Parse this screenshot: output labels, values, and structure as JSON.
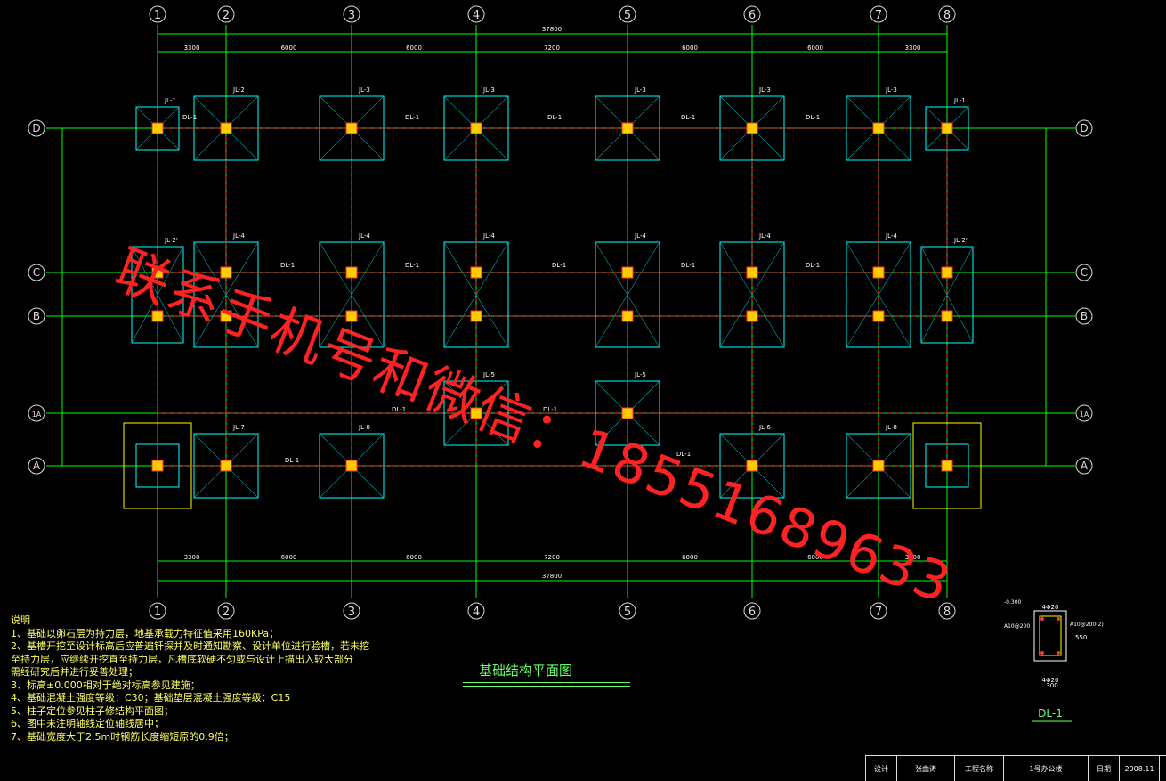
{
  "axes_numbers": [
    "1",
    "2",
    "3",
    "4",
    "5",
    "6",
    "7",
    "8"
  ],
  "axes_letters": [
    "D",
    "C",
    "B",
    "1A",
    "A"
  ],
  "dims_top": {
    "total": "37800",
    "spans": [
      "3300",
      "6000",
      "6000",
      "7200",
      "6000",
      "6000",
      "3300"
    ]
  },
  "dims_bottom": {
    "total": "37800",
    "spans": [
      "3300",
      "6000",
      "6000",
      "7200",
      "6000",
      "6000",
      "3300"
    ]
  },
  "footing_labels": {
    "jl1": "JL-1",
    "jl2": "JL-2",
    "jl3": "JL-3",
    "jl4": "JL-4",
    "jl5": "JL-5",
    "jl6": "JL-6",
    "jl7": "JL-7",
    "jl8": "JL-8",
    "jl2p": "JL-2'"
  },
  "beam_label": "DL-1",
  "section": {
    "label": "DL-1",
    "dim_w": "300",
    "dim_h": "550",
    "rebar_top": "4Φ20",
    "rebar_bot": "4Φ20",
    "stirrup": "A10@200",
    "stirrup2": "A10@200(2)",
    "elev": "-0.300"
  },
  "title": "基础结构平面图",
  "notes": {
    "heading": "说明",
    "items": [
      "1、基础以卵石层为持力层，地基承载力特征值采用160KPa；",
      "2、基槽开挖至设计标高后应普遍钎探并及时通知勘察、设计单位进行验槽，若未挖",
      "   至持力层，应继续开挖直至持力层，凡槽底软硬不匀或与设计上描出入较大部分",
      "   需经研究后并进行妥善处理；",
      "3、标高±0.000相对于绝对标高参见建施；",
      "4、基础混凝土强度等级：C30；基础垫层混凝土强度等级：C15",
      "5、柱子定位参见柱子修结构平面图；",
      "6、图中未注明轴线定位轴线居中；",
      "7、基础宽度大于2.5m时钢筋长度缩短原的0.9倍；"
    ]
  },
  "title_block": [
    "设计",
    "张曲涛",
    "工程名称",
    "1号办公楼",
    "日期",
    "2008.11"
  ],
  "watermark": "联系手机号和微信：18551689633",
  "colors": {
    "background": "#000000",
    "grid": "#00ff00",
    "footing": "#00ffff",
    "column": "#ffff00",
    "beam": "#ff3333",
    "watermark": "#ff2222"
  }
}
